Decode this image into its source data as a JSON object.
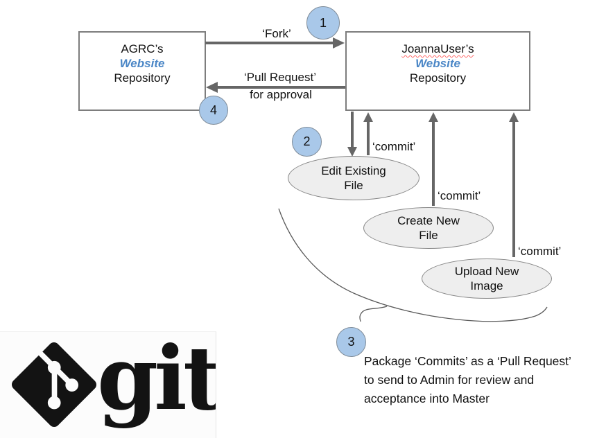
{
  "diagram": {
    "left_box": {
      "line1": "AGRC’s",
      "line2": "Website",
      "line3": "Repository"
    },
    "right_box": {
      "line1": "JoannaUser’s",
      "line2": "Website",
      "line3": "Repository"
    },
    "labels": {
      "fork": "‘Fork’",
      "pull_request": "‘Pull Request’",
      "pull_request_sub": "for approval",
      "commit_edit": "‘commit’",
      "commit_create": "‘commit’",
      "commit_upload": "‘commit’"
    },
    "steps": [
      {
        "number": "1"
      },
      {
        "number": "2"
      },
      {
        "number": "3"
      },
      {
        "number": "4"
      }
    ],
    "ellipses": [
      {
        "line1": "Edit Existing",
        "line2": "File"
      },
      {
        "line1": "Create New",
        "line2": "File"
      },
      {
        "line1": "Upload New",
        "line2": "Image"
      }
    ],
    "note": {
      "line1": "Package ‘Commits’ as a ‘Pull Request’",
      "line2": "to send to Admin for review and",
      "line3": "acceptance into Master"
    },
    "logo": {
      "wordmark": "git"
    },
    "colors": {
      "website_blue": "#4a86c6",
      "step_circle_fill": "#a9c8e9",
      "arrow_gray": "#666666",
      "ellipse_fill": "#eeeeee",
      "squiggle_red": "#ff6a6a"
    }
  }
}
